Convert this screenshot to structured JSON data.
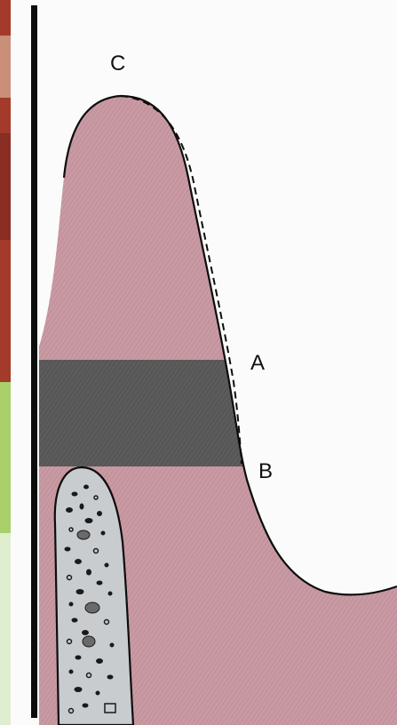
{
  "labels": {
    "c": "C",
    "a": "A",
    "b": "B"
  },
  "colors": {
    "paper": "#fbfbfb",
    "tissue_pink": "#c99aa3",
    "band_gray": "#5a5a5a",
    "bone_fill": "#c9cccf",
    "outline": "#0d0d0d",
    "side_strip_green": "#a9d06a",
    "side_strip_red": "#a33a2a"
  }
}
